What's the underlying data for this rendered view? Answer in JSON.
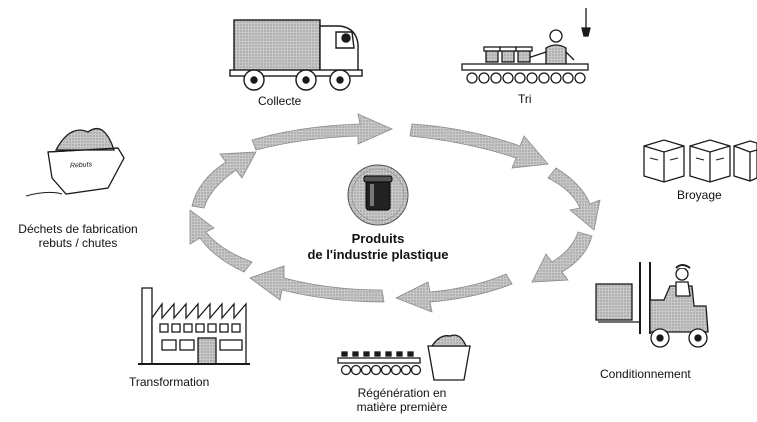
{
  "diagram": {
    "center": {
      "line1": "Produits",
      "line2": "de l'industrie plastique"
    },
    "stages": {
      "collecte": "Collecte",
      "tri": "Tri",
      "broyage": "Broyage",
      "conditionnement": "Conditionnement",
      "regeneration_line1": "Régénération en",
      "regeneration_line2": "matière première",
      "transformation": "Transformation",
      "dechets_line1": "Déchets de fabrication",
      "dechets_line2": "rebuts / chutes"
    },
    "icon_text": {
      "bin_label": "Rebuts"
    },
    "icons": [
      "truck-icon",
      "sorting-worker-icon",
      "crates-icon",
      "forklift-icon",
      "conveyor-bin-icon",
      "factory-icon",
      "waste-bin-icon",
      "plastic-product-icon"
    ],
    "colors": {
      "arrow_fill": "#b9b9b9",
      "arrow_stroke": "#8a8a8a",
      "ink": "#1a1a1a"
    }
  }
}
